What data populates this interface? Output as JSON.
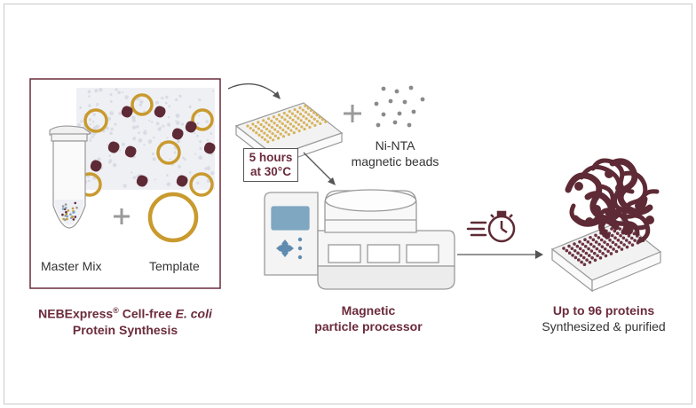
{
  "left_panel": {
    "master_mix_label": "Master Mix",
    "template_label": "Template",
    "caption_brand": "NEBExpress",
    "caption_reg": "®",
    "caption_mid": " Cell-free ",
    "caption_italic": "E. coli",
    "caption_line2": "Protein Synthesis"
  },
  "incubation": {
    "line1": "5 hours",
    "line2": "at 30°C"
  },
  "beads": {
    "line1": "Ni-NTA",
    "line2": "magnetic beads"
  },
  "processor": {
    "line1": "Magnetic",
    "line2": "particle processor"
  },
  "result": {
    "line1": "Up to 96 proteins",
    "line2": "Synthesized & purified"
  },
  "colors": {
    "maroon": "#5e2a35",
    "gold": "#c99a2e",
    "gray_outline": "#9a9a9a",
    "light_gray": "#e6e6e6",
    "caption": "#6b2b3b"
  },
  "icons": [
    "microcentrifuge-tube-icon",
    "plus-icon",
    "stopwatch-icon",
    "well-plate-icon",
    "magnetic-processor-icon",
    "protein-cluster-icon"
  ]
}
